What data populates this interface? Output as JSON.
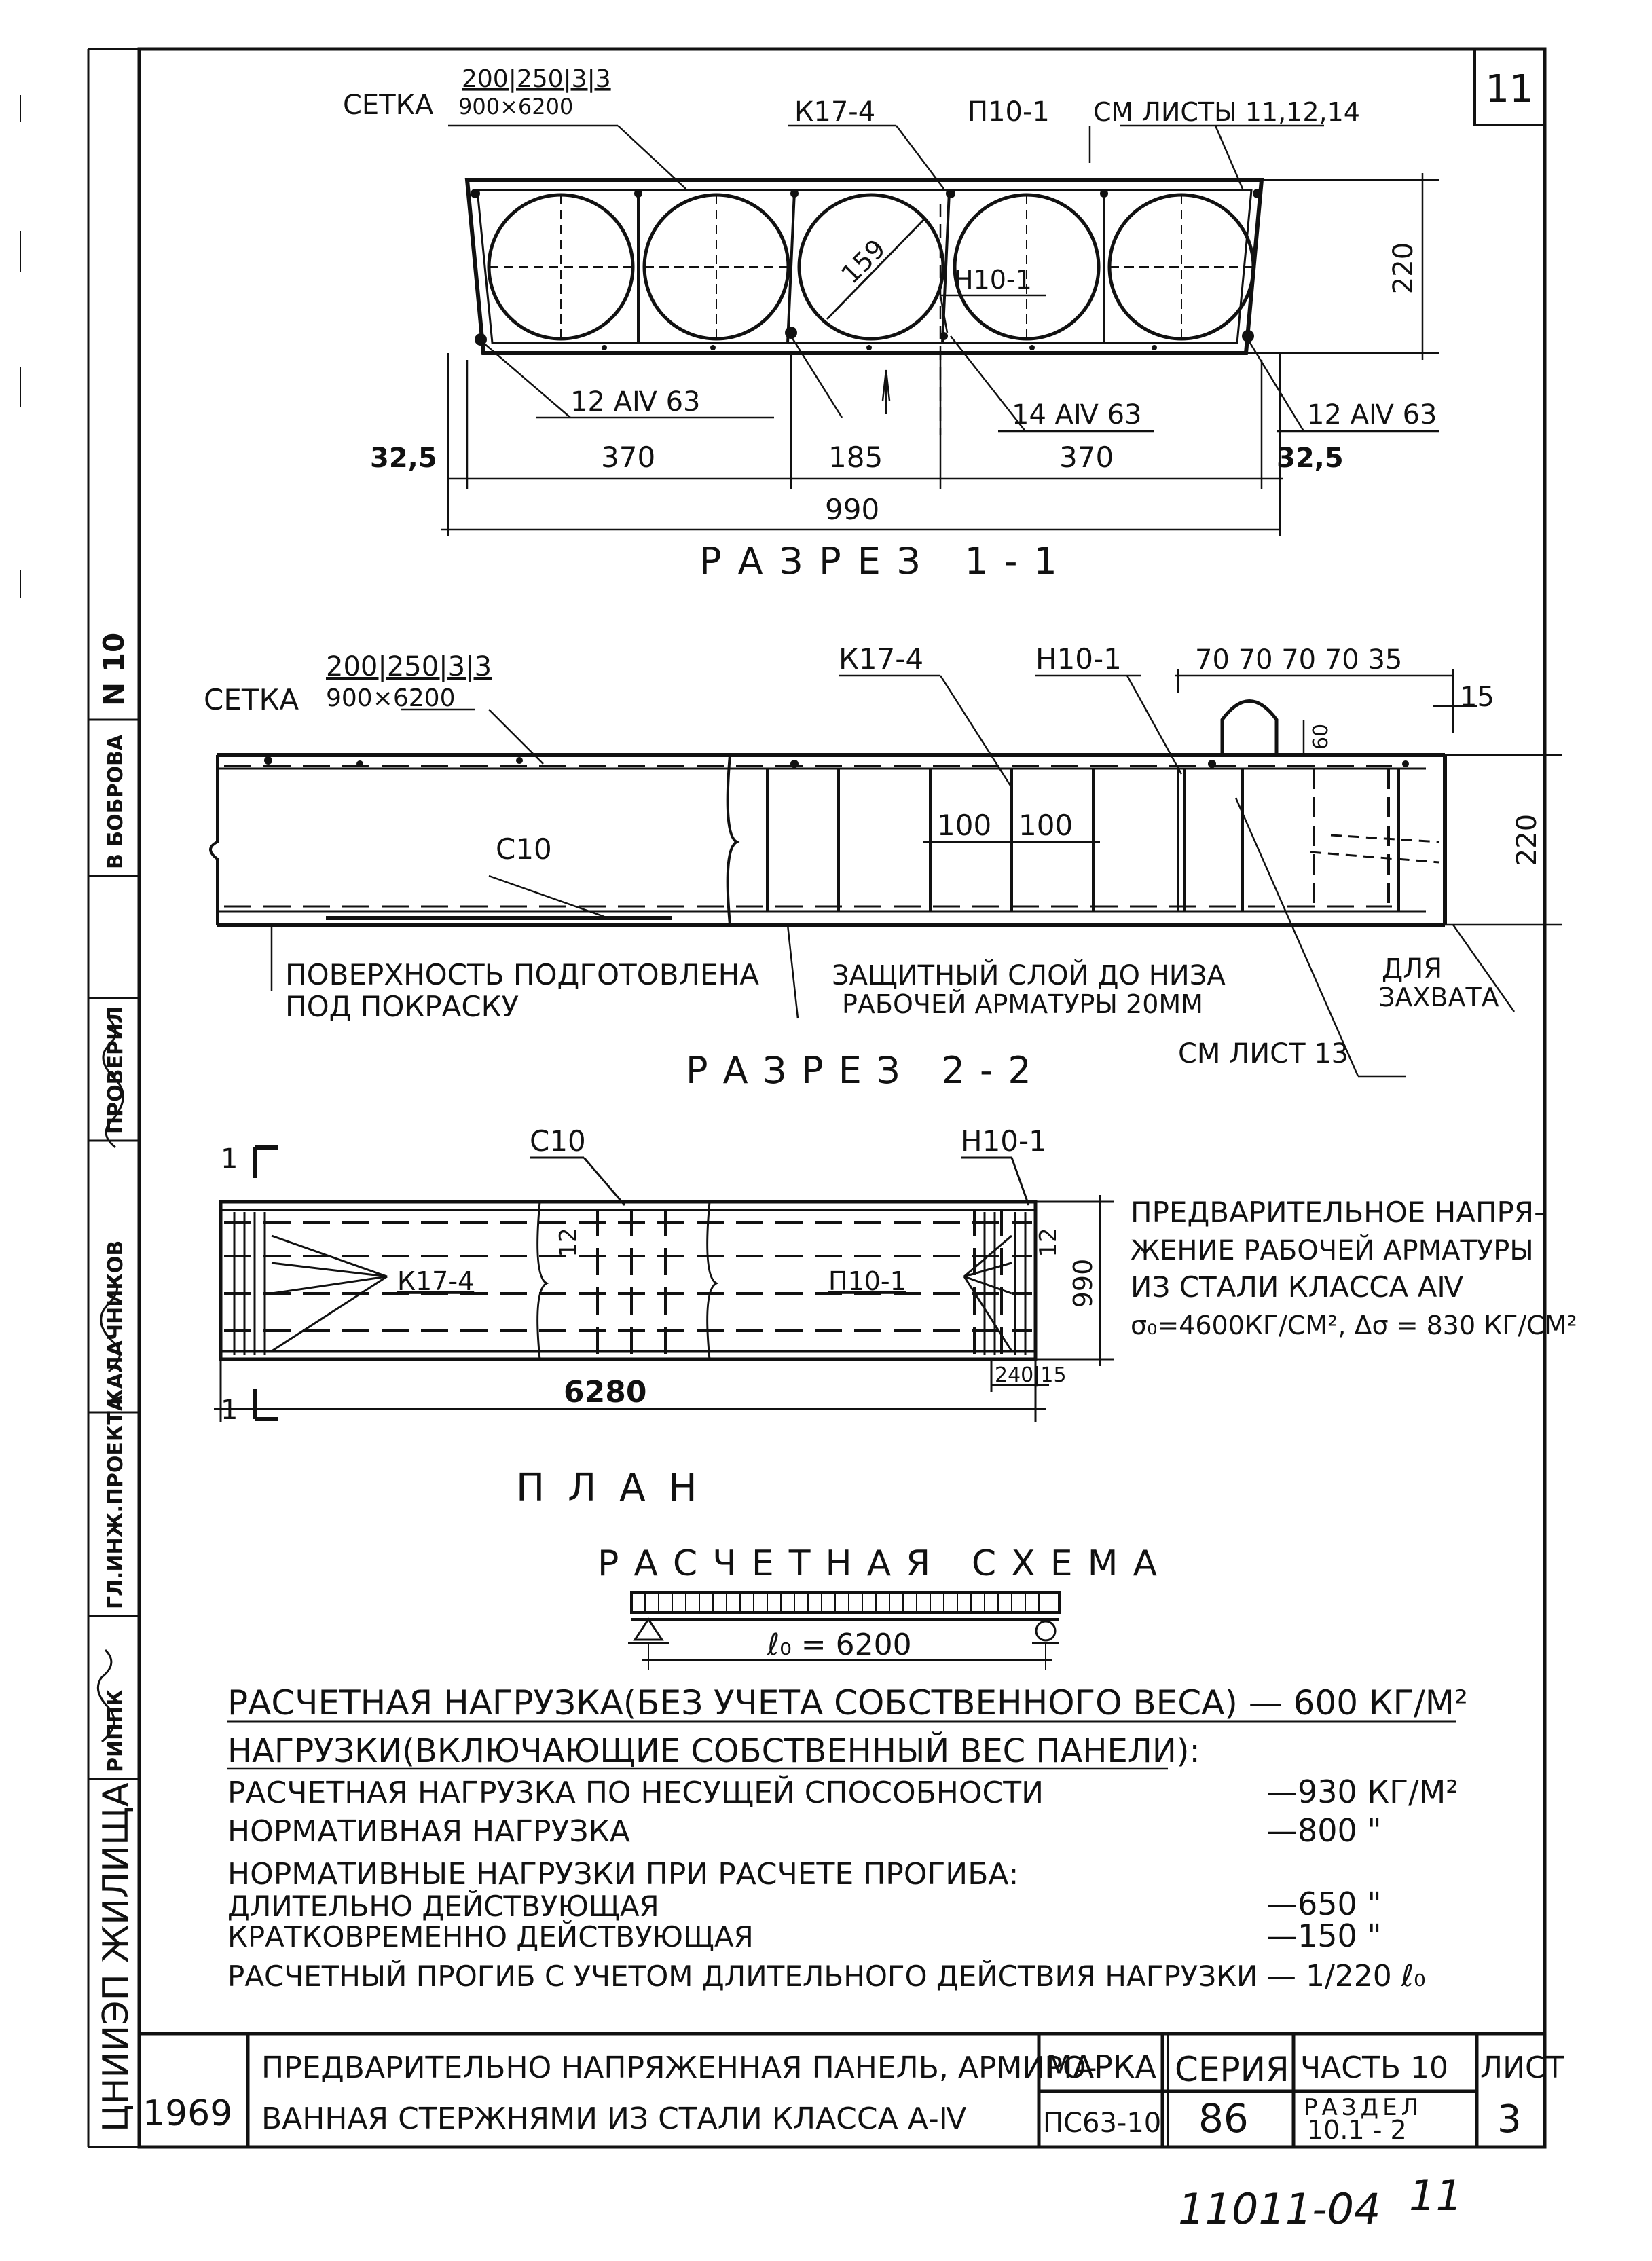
{
  "sheet_number": "11",
  "section_1_1": {
    "title": "РАЗРЕЗ 1-1",
    "setka_label": "СЕТКА",
    "setka_top": "200|250|3|3",
    "setka_bottom": "900×6200",
    "k17_4": "К17-4",
    "p10_1": "П10-1",
    "ref_sheets": "СМ ЛИСТЫ 11,12,14",
    "dim_159": "159",
    "n10_1": "Н10-1",
    "dim_220": "220",
    "rebar_12": "12 АⅣ 63",
    "rebar_14": "14 АⅣ 63",
    "rebar_12r": "12 АⅣ 63",
    "dim_325_left": "32,5",
    "dim_370_left": "370",
    "dim_185": "185",
    "dim_370_right": "370",
    "dim_325_right": "32,5",
    "dim_990": "990"
  },
  "section_2_2": {
    "title": "РАЗРЕЗ 2-2",
    "setka_label": "СЕТКА",
    "setka_top": "200|250|3|3",
    "setka_bottom": "900×6200",
    "k17_4": "К17-4",
    "n10_1": "Н10-1",
    "dims_top": "70  70  70  70  35",
    "dim_15": "15",
    "dim_60": "60",
    "c10": "С10",
    "dim_100a": "100",
    "dim_100b": "100",
    "dim_220": "220",
    "surface_note_1": "ПОВЕРХНОСТЬ ПОДГОТОВЛЕНА",
    "surface_note_2": "ПОД ПОКРАСКУ",
    "cover_note_1": "ЗАЩИТНЫЙ СЛОЙ ДО НИЗА",
    "cover_note_2": "РАБОЧЕЙ АРМАТУРЫ 20ММ",
    "grip_note_1": "ДЛЯ",
    "grip_note_2": "ЗАХВАТА",
    "see_sheet": "СМ ЛИСТ 13"
  },
  "plan": {
    "title": "ПЛАН",
    "c10": "С10",
    "n10_1": "Н10-1",
    "k17_4": "К17-4",
    "p10_1": "П10-1",
    "dim_12_left": "12",
    "dim_12_right": "12",
    "dim_990": "990",
    "dim_6280": "6280",
    "dim_240_15": "240|15",
    "cut_mark": "1",
    "prestress_1": "ПРЕДВАРИТЕЛЬНОЕ НАПРЯ-",
    "prestress_2": "ЖЕНИЕ РАБОЧЕЙ АРМАТУРЫ",
    "prestress_3": "ИЗ СТАЛИ КЛАССА АⅣ",
    "prestress_4": "σ₀=4600КГ/СМ², Δσ = 830 КГ/СМ²"
  },
  "scheme": {
    "title": "РАСЧЕТНАЯ СХЕМА",
    "span": "ℓ₀ = 6200"
  },
  "loads": {
    "design_load": "РАСЧЕТНАЯ НАГРУЗКА(БЕЗ УЧЕТА СОБСТВЕННОГО ВЕСА) — 600 КГ/М²",
    "header": "НАГРУЗКИ(ВКЛЮЧАЮЩИЕ СОБСТВЕННЫЙ ВЕС ПАНЕЛИ):",
    "rows": [
      {
        "label": "РАСЧЕТНАЯ НАГРУЗКА ПО НЕСУЩЕЙ СПОСОБНОСТИ",
        "value": "—930 КГ/М²"
      },
      {
        "label": "НОРМАТИВНАЯ НАГРУЗКА",
        "value": "—800 \""
      },
      {
        "label": "НОРМАТИВНЫЕ НАГРУЗКИ ПРИ РАСЧЕТЕ ПРОГИБА:",
        "value": ""
      },
      {
        "label": "ДЛИТЕЛЬНО ДЕЙСТВУЮЩАЯ",
        "value": "—650 \""
      },
      {
        "label": "КРАТКОВРЕМЕННО ДЕЙСТВУЮЩАЯ",
        "value": "—150 \""
      },
      {
        "label": "РАСЧЕТНЫЙ ПРОГИБ С УЧЕТОМ ДЛИТЕЛЬНОГО ДЕЙСТВИЯ НАГРУЗКИ",
        "value": "— 1/220 ℓ₀"
      }
    ]
  },
  "title_block": {
    "year": "1969",
    "name_1": "ПРЕДВАРИТЕЛЬНО НАПРЯЖЕННАЯ ПАНЕЛЬ, АРМИРО-",
    "name_2": "ВАННАЯ СТЕРЖНЯМИ ИЗ СТАЛИ КЛАССА А-Ⅳ",
    "marka_label": "МАРКА",
    "marka_value": "ПС63-10",
    "seria_label": "СЕРИЯ",
    "seria_value": "86",
    "part": "ЧАСТЬ 10",
    "razdel_label": "РАЗДЕЛ",
    "razdel_value": "10.1 - 2",
    "list_label": "ЛИСТ",
    "list_value": "3"
  },
  "side_stamp": {
    "n10": "N 10",
    "items": [
      "В БОБРОВА",
      "ПРОВЕРИЛ",
      "КАЛАЧНИКОВ",
      "ГЛ.ИНЖ.ПРОЕКТА",
      "РИППК"
    ],
    "org": "ЦНИИЭП ЖИЛИЩА"
  },
  "footer": {
    "code": "11011-04",
    "page": "11"
  }
}
